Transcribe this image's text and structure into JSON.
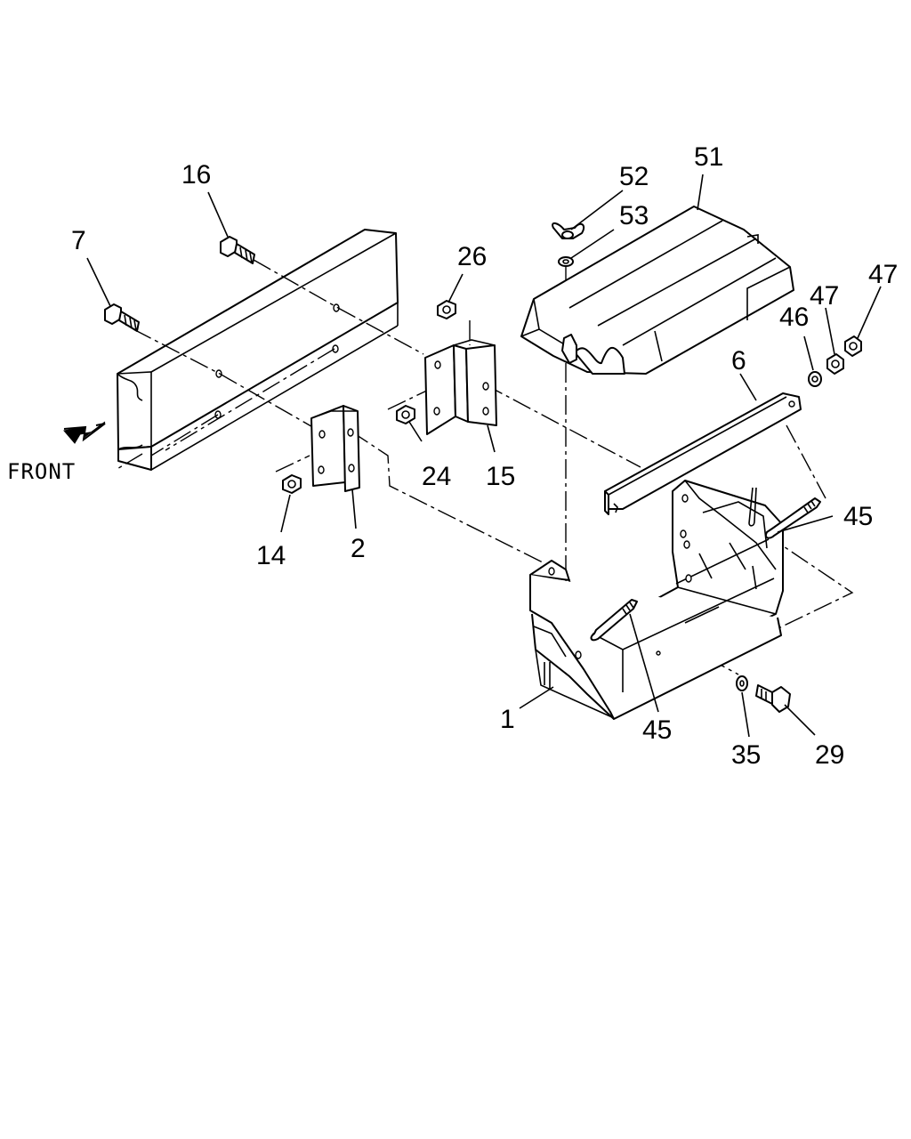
{
  "diagram": {
    "front_label": "FRONT",
    "callouts": {
      "c1": "1",
      "c2": "2",
      "c6": "6",
      "c7": "7",
      "c14": "14",
      "c15": "15",
      "c16": "16",
      "c24": "24",
      "c26": "26",
      "c29": "29",
      "c35": "35",
      "c45a": "45",
      "c45b": "45",
      "c46": "46",
      "c47a": "47",
      "c47b": "47",
      "c51": "51",
      "c52": "52",
      "c53": "53"
    }
  }
}
